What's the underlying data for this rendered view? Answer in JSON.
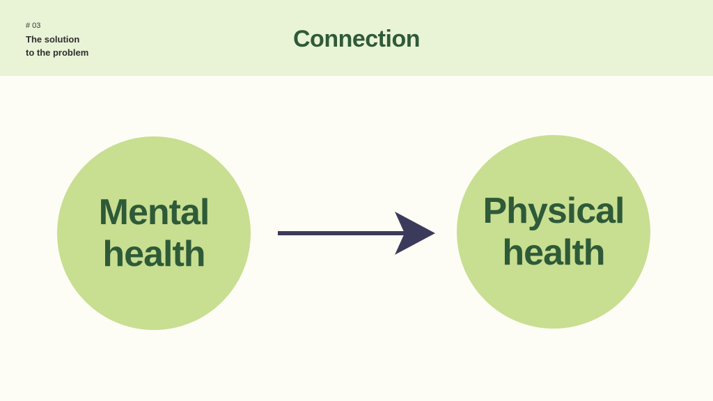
{
  "header": {
    "section_number": "# 03",
    "subtitle": "The solution\nto the problem",
    "title": "Connection"
  },
  "diagram": {
    "source_node": {
      "label": "Mental\nhealth"
    },
    "target_node": {
      "label": "Physical\nhealth"
    },
    "edge": {
      "from": "source_node",
      "to": "target_node",
      "icon": "arrow-right-icon"
    }
  },
  "colors": {
    "header_background": "#e9f3d6",
    "page_background": "#fdfdf5",
    "circle_fill": "#c8de91",
    "text_green": "#2e5a38",
    "arrow": "#3b3a5a"
  }
}
